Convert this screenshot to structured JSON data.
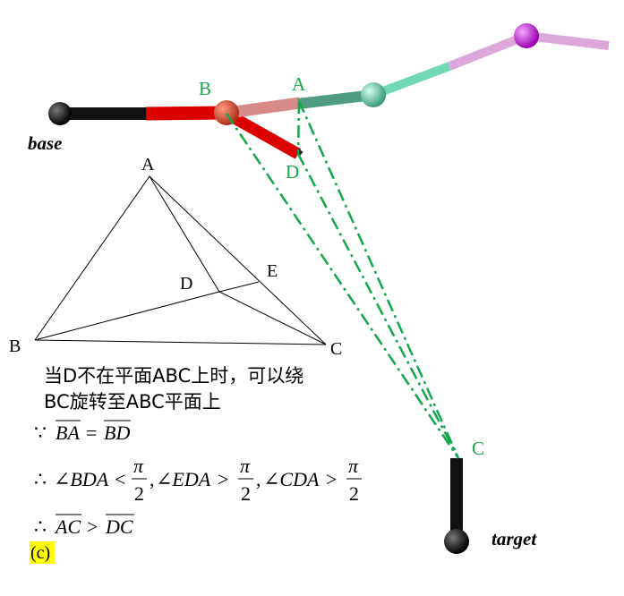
{
  "robot": {
    "labels": {
      "B": "B",
      "A": "A",
      "D": "D",
      "C": "C"
    },
    "base_label": "base",
    "target_label": "target",
    "colors": {
      "black_link": "#111111",
      "red_link": "#dd0000",
      "pink_link": "#d88a88",
      "teal_link": "#5fb293",
      "mint_link": "#7fe0c0",
      "lilac_link": "#dca8dc",
      "magenta_joint": "#cc22dd",
      "dash_green": "#12a84a"
    }
  },
  "triangle": {
    "labels": {
      "A": "A",
      "B": "B",
      "C": "C",
      "D": "D",
      "E": "E"
    }
  },
  "text": {
    "line1": "当D不在平面ABC上时，可以绕",
    "line2": "BC旋转至ABC平面上",
    "because": "∵",
    "therefore": "∴",
    "BA": "BA",
    "BD": "BD",
    "eq": "=",
    "BDA": "∠BDA",
    "EDA": "∠EDA",
    "CDA": "∠CDA",
    "lt": "<",
    "gt": ">",
    "pi": "π",
    "two": "2",
    "comma": ",",
    "AC": "AC",
    "DC": "DC",
    "tag": "(c)"
  }
}
